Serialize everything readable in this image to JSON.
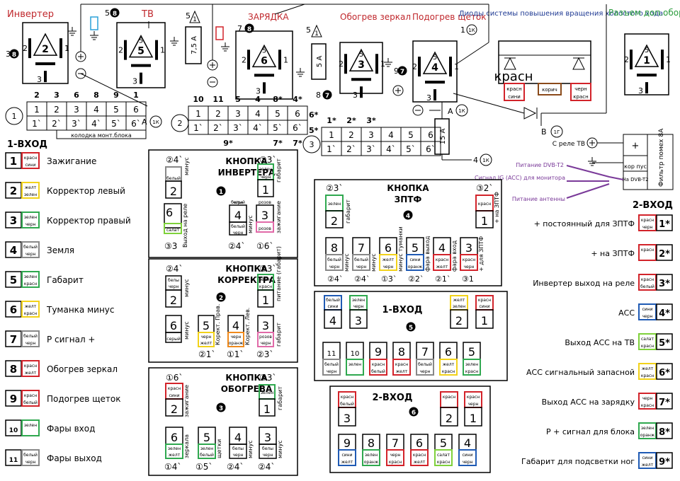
{
  "colors": {
    "red": "#d2232a",
    "green": "#2fa84f",
    "blue": "#1f5ab4",
    "yellow": "#f2d21a",
    "orange": "#f08a1c",
    "pink": "#e16aa8",
    "lime": "#7fd13b",
    "brown": "#8a4a1a",
    "purple": "#7a3a99",
    "cyan": "#2aa0d8",
    "black": "#000000"
  },
  "top": {
    "inverter": {
      "title": "Инвертер",
      "pin_left": "2",
      "pin_right": "1",
      "pin_bottom": "3",
      "num": "2",
      "side": "3",
      "badge": "8"
    },
    "tv": {
      "title": "ТВ",
      "p5": "5",
      "num": "5",
      "pin_left": "2",
      "pin_right": "1",
      "pin_bottom": "3",
      "fuse": "7,5 А",
      "ref": "5",
      "ref_n": "1",
      "ref_t": "5",
      "ref_b": "8"
    },
    "charge": {
      "title": "ЗАРЯДКА",
      "num": "6",
      "p5": "5",
      "pin_left": "2",
      "pin_right": "1",
      "pin_bottom": "3",
      "ref": "7",
      "ref_b": "8",
      "fuse": "5 А",
      "ref2": "5",
      "ref2_n": "1"
    },
    "mirror": {
      "title": "Обогрев зеркал",
      "num": "3",
      "p5": "5",
      "pin_left": "2",
      "pin_right": "1",
      "pin_bottom": "3",
      "ref": "8",
      "ref_b": "7"
    },
    "brush": {
      "title": "Подогрев щеток",
      "num": "4",
      "p5": "5",
      "pin_left": "2",
      "pin_right": "1",
      "pin_bottom": "3",
      "ref": "9",
      "ref_b": "7",
      "ref1": "1",
      "ref1_b": "1К"
    },
    "diodes": {
      "title": "Диоды системы повышения вращения холостого хода",
      "b1": [
        "красн",
        "сини"
      ],
      "b2": "корич",
      "b3": [
        "черн",
        "красн"
      ]
    },
    "extra": {
      "title": "Разъем доп.оборуд.",
      "num": "1",
      "p5": "5",
      "pin_left": "2",
      "pin_right": "1",
      "pin_bottom": "3"
    }
  },
  "connectors": {
    "c1": {
      "id": "1",
      "top": [
        "2",
        "3",
        "6",
        "8",
        "9",
        "1"
      ],
      "row1": [
        "1",
        "2",
        "3",
        "4",
        "5",
        "6"
      ],
      "row2": [
        "1`",
        "2`",
        "3`",
        "4`",
        "5`",
        "6`"
      ],
      "caption": "колодка монт.блока",
      "ak": "А",
      "ak_n": "1К"
    },
    "c2": {
      "id": "2",
      "top": [
        "10",
        "11",
        "5",
        "4",
        "8*",
        "4*"
      ],
      "row1": [
        "1",
        "2",
        "3",
        "4",
        "5",
        "6"
      ],
      "row2": [
        "1`",
        "2`",
        "3`",
        "4`",
        "5`",
        "6`"
      ],
      "right1": "6*",
      "right2": "5*",
      "bot": [
        "9*",
        "7*",
        "7*"
      ]
    },
    "c3": {
      "id": "3",
      "top": [
        "1*",
        "2*",
        "3*"
      ],
      "row1": [
        "1",
        "2",
        "3",
        "4",
        "5",
        "6"
      ],
      "row2": [
        "1`",
        "2`",
        "3`",
        "4`",
        "5`",
        "6`"
      ],
      "ak": "А",
      "ak_n": "1К",
      "b": "В",
      "b_n": "1Г",
      "fuse": "15 А",
      "r4": "4",
      "r4_n": "1К"
    }
  },
  "filter": {
    "plus": "+",
    "from_tv": "С реле ТВ",
    "body": "кор пус",
    "dvb": "На DVB-T2",
    "name": "Фильтр помех 8А",
    "dvb_power": "Питание DVB-T2",
    "ig": "Сигнал IG (ACC) для монитора",
    "ant": "Питание антенны"
  },
  "vhod1": {
    "title": "1-ВХОД",
    "items": [
      {
        "n": "1",
        "c": [
          "красн",
          "сини"
        ],
        "label": "Зажигание"
      },
      {
        "n": "2",
        "c": [
          "желт",
          "зелен"
        ],
        "label": "Корректор левый"
      },
      {
        "n": "3",
        "c": [
          "зелен",
          "черн"
        ],
        "label": "Корректор правый"
      },
      {
        "n": "4",
        "c": [
          "белый",
          "черн"
        ],
        "label": "Земля"
      },
      {
        "n": "5",
        "c": [
          "зелен",
          "красн"
        ],
        "label": "Габарит"
      },
      {
        "n": "6",
        "c": [
          "желт",
          "красн"
        ],
        "label": "Туманка минус"
      },
      {
        "n": "7",
        "c": [
          "белый",
          "черн"
        ],
        "label": "Р сигнал +"
      },
      {
        "n": "8",
        "c": [
          "красн",
          "желт"
        ],
        "label": "Обогрев зеркал"
      },
      {
        "n": "9",
        "c": [
          "красн",
          "белый"
        ],
        "label": "Подогрев щеток"
      },
      {
        "n": "10",
        "c": [
          "зелен",
          ""
        ],
        "label": "Фары вход"
      },
      {
        "n": "11",
        "c": [
          "белый",
          "черн"
        ],
        "label": "Фары выход"
      }
    ]
  },
  "vhod2": {
    "title": "2-ВХОД",
    "items": [
      {
        "n": "1*",
        "c": [
          "красн",
          "черн"
        ],
        "label": "+ постоянный для ЗПТФ"
      },
      {
        "n": "2*",
        "c": [
          "красн",
          ""
        ],
        "label": "+ на ЗПТФ"
      },
      {
        "n": "3*",
        "c": [
          "красн",
          "белый"
        ],
        "label": "Инвертер выход на реле"
      },
      {
        "n": "4*",
        "c": [
          "сини",
          "черн"
        ],
        "label": "АСС"
      },
      {
        "n": "5*",
        "c": [
          "салат",
          "красн"
        ],
        "label": "Выход АСС на ТВ"
      },
      {
        "n": "6*",
        "c": [
          "желт",
          "красн"
        ],
        "label": "АСС сигнальный запасной"
      },
      {
        "n": "7*",
        "c": [
          "черн",
          "красн"
        ],
        "label": "Выход АСС на зарядку"
      },
      {
        "n": "8*",
        "c": [
          "зелен",
          "оранж"
        ],
        "label": "Р + сигнал для блока"
      },
      {
        "n": "9*",
        "c": [
          "сини",
          "желт"
        ],
        "label": "Габарит для подсветки ног"
      }
    ]
  },
  "btn1": {
    "title": [
      "КНОПКА",
      "ИНВЕРТЕРА"
    ],
    "num": "1",
    "tl": "②4`",
    "tr": "②3`",
    "bl": "③3",
    "bm": "②4`",
    "br": "①6`",
    "p2": "2",
    "p2c": "белый",
    "p2l": "минус",
    "p1": "1",
    "p1c": [
      "зелен",
      "черн"
    ],
    "p1l": "габарит",
    "p6": "6",
    "p6c": "салат",
    "p6l": "Выход на реле",
    "p4": "4",
    "p4c": [
      "белый",
      "черн"
    ],
    "p4l": "минус",
    "p3": "3",
    "p3c": "розов",
    "p3l": "зажигание"
  },
  "btn2": {
    "title": [
      "КНОПКА",
      "КОРРЕКТРА"
    ],
    "num": "2",
    "tl": "②4`",
    "tr": "②3`",
    "p2": "2",
    "p2c": [
      "белы",
      "черн"
    ],
    "p2l": "минус",
    "p1": "1",
    "p1c": [
      "зелен",
      "красн"
    ],
    "p1l": "питание (габарит)",
    "p6": "6",
    "p6c": "серый",
    "p6l": "минус",
    "p5": "5",
    "p5c": [
      "черн",
      "желт"
    ],
    "p5l": "Корект. Прав.",
    "p4": "4",
    "p4c": [
      "черн",
      "оранж"
    ],
    "p4l": "Корект. Лев.",
    "p3": "3",
    "p3c": [
      "розов",
      "черн"
    ],
    "p3l": "габарит",
    "bl": "②1`",
    "bm": "①1`",
    "br": "②3`"
  },
  "btn3": {
    "title": [
      "КНОПКА",
      "ОБОГРЕВА"
    ],
    "num": "3",
    "tl": "①6`",
    "tr": "③3`",
    "p2": "2",
    "p2c": [
      "красн",
      "сини"
    ],
    "p2l": "зажигание",
    "p1": "1",
    "p1c": "зелен",
    "p1l": "габарит",
    "p6": "6",
    "p6c": [
      "зелен",
      "желт"
    ],
    "p6l": "зеркала",
    "p5": "5",
    "p5c": [
      "зелен",
      "белый"
    ],
    "p5l": "щетки",
    "p4": "4",
    "p4c": [
      "белы",
      "черн"
    ],
    "p4l": "минус",
    "p3": "3",
    "p3c": [
      "белы",
      "черн"
    ],
    "p3l": "минус",
    "bl": "①4`",
    "b5": "①5`",
    "bm": "②4`",
    "br": "②4`"
  },
  "btn4": {
    "title": [
      "КНОПКА",
      "ЗПТФ"
    ],
    "num": "4",
    "tl": "②3`",
    "tr": "③2`",
    "p2": "2",
    "p2c": "зелен",
    "p2l": "габарит",
    "p1": "1",
    "p1c": "красн",
    "p1l": "+ на ЗПТФ",
    "bottom": [
      {
        "n": "8",
        "c": [
          "белый",
          "черн"
        ],
        "l": "минус",
        "r": "②4`"
      },
      {
        "n": "7",
        "c": [
          "белый",
          "черн"
        ],
        "l": "минус",
        "r": "②4`"
      },
      {
        "n": "6",
        "c": [
          "желт",
          "черн"
        ],
        "l": "минус туманки",
        "r": "①3`"
      },
      {
        "n": "5",
        "c": [
          "сини",
          "оранж"
        ],
        "l": "фара выход",
        "r": "②2`"
      },
      {
        "n": "4",
        "c": [
          "красн",
          "желт"
        ],
        "l": "фара вход",
        "r": "②1`"
      },
      {
        "n": "3",
        "c": [
          "красн",
          "черн"
        ],
        "l": "+ для ЗПТФ",
        "r": "③1"
      }
    ]
  },
  "block5": {
    "title": "1-ВХОД",
    "num": "5",
    "top": [
      {
        "n": "4",
        "c": [
          "белый",
          "сини"
        ]
      },
      {
        "n": "3",
        "c": [
          "зелен",
          "черн"
        ]
      },
      {
        "n": "2",
        "c": [
          "желт",
          "зелен"
        ]
      },
      {
        "n": "1",
        "c": [
          "красн",
          "сини"
        ]
      }
    ],
    "bottom": [
      {
        "n": "11",
        "c": [
          "белый",
          "черн"
        ]
      },
      {
        "n": "10",
        "c": [
          "зелен",
          ""
        ]
      },
      {
        "n": "9",
        "c": [
          "красн",
          "белый"
        ]
      },
      {
        "n": "8",
        "c": [
          "красн",
          "желт"
        ]
      },
      {
        "n": "7",
        "c": [
          "белый",
          "черн"
        ]
      },
      {
        "n": "6",
        "c": [
          "желт",
          "красн"
        ]
      },
      {
        "n": "5",
        "c": [
          "зелен",
          "красн"
        ]
      }
    ]
  },
  "block6": {
    "title": "2-ВХОД",
    "num": "6",
    "top": [
      {
        "n": "3",
        "c": [
          "красн",
          "белый"
        ]
      },
      {
        "n": "2",
        "c": [
          "красн",
          ""
        ]
      },
      {
        "n": "1",
        "c": [
          "красн",
          "черн"
        ]
      }
    ],
    "bottom": [
      {
        "n": "9",
        "c": [
          "сини",
          "желт"
        ]
      },
      {
        "n": "8",
        "c": [
          "зелен",
          "оранж"
        ]
      },
      {
        "n": "7",
        "c": [
          "черн",
          "красн"
        ]
      },
      {
        "n": "6",
        "c": [
          "красн",
          "желт"
        ]
      },
      {
        "n": "5",
        "c": [
          "салат",
          "красн"
        ]
      },
      {
        "n": "4",
        "c": [
          "сини",
          "черн"
        ]
      }
    ]
  }
}
